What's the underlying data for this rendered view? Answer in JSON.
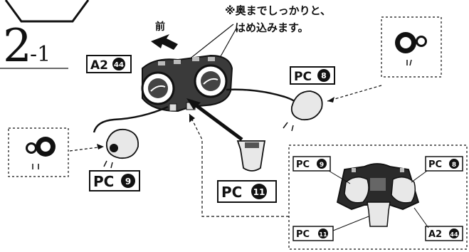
{
  "step": {
    "major": "2",
    "minor": "-1"
  },
  "direction_label": "前",
  "note": {
    "line1": "※奥までしっかりと、",
    "line2": "はめ込みます。"
  },
  "parts": {
    "a2": {
      "prefix": "A2",
      "num": "44"
    },
    "pc8": {
      "prefix": "PC",
      "num": "8"
    },
    "pc9": {
      "prefix": "PC",
      "num": "9"
    },
    "pc11": {
      "prefix": "PC",
      "num": "11"
    }
  },
  "inset": {
    "pc9": {
      "prefix": "PC",
      "num": "9"
    },
    "pc8": {
      "prefix": "PC",
      "num": "8"
    },
    "pc11": {
      "prefix": "PC",
      "num": "11"
    },
    "a2": {
      "prefix": "A2",
      "num": "44"
    }
  },
  "icons": [
    "hexagon-corner-icon",
    "forward-arrow-icon",
    "orientation-hint-icon"
  ],
  "colors": {
    "ink": "#111111",
    "part_fill": "#e8e8e8",
    "dark_part": "#2a2a2a"
  }
}
